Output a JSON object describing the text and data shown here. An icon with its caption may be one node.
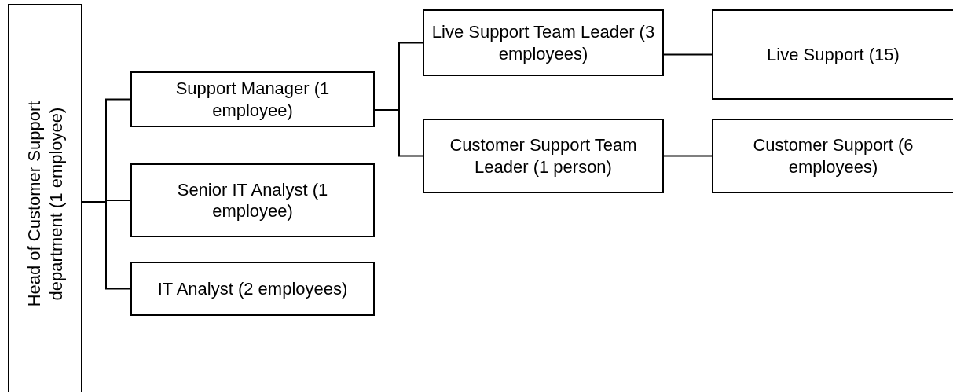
{
  "diagram": {
    "nodes": [
      {
        "text": [
          "Head of Customer Support department (1 employee)"
        ]
      },
      {
        "text": [
          "Support Manager (1 employee)"
        ]
      },
      {
        "text": [
          "Senior IT Analyst (1 employee)"
        ]
      },
      {
        "text": [
          "IT Analyst (2 employees)"
        ]
      },
      {
        "text": [
          "Live Support Team Leader (3 employees)"
        ]
      },
      {
        "text": [
          "Customer Support Team Leader (1 person)"
        ]
      },
      {
        "text": [
          "Live Support (15)"
        ]
      },
      {
        "text": [
          "Customer Support (6 employees)"
        ]
      }
    ],
    "edges": [
      {
        "from": 0,
        "to": 1,
        "arrow": "none"
      },
      {
        "from": 0,
        "to": 2,
        "arrow": "none"
      },
      {
        "from": 0,
        "to": 3,
        "arrow": "none"
      },
      {
        "from": 1,
        "to": 4,
        "arrow": "none"
      },
      {
        "from": 1,
        "to": 5,
        "arrow": "none"
      },
      {
        "from": 4,
        "to": 6,
        "arrow": "none"
      },
      {
        "from": 5,
        "to": 7,
        "arrow": "none"
      }
    ]
  }
}
